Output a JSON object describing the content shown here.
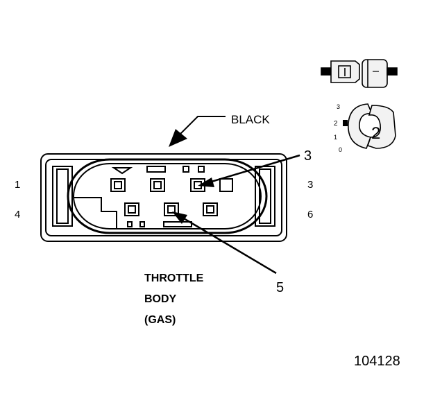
{
  "callouts": {
    "color": "BLACK",
    "top_right_pin": "3",
    "bottom_pin": "5"
  },
  "row_labels": {
    "left_top": "1",
    "left_bottom": "4",
    "right_top": "3",
    "right_bottom": "6"
  },
  "caption": {
    "line1": "THROTTLE",
    "line2": "BODY",
    "line3": "(GAS)"
  },
  "inset": {
    "pos_3": "3",
    "pos_2": "2",
    "pos_1": "1",
    "pos_0": "0",
    "selected": "2"
  },
  "figure_id": "104128",
  "colors": {
    "ink": "#000000",
    "background": "#ffffff",
    "inset_fill": "#f2f2f2"
  }
}
